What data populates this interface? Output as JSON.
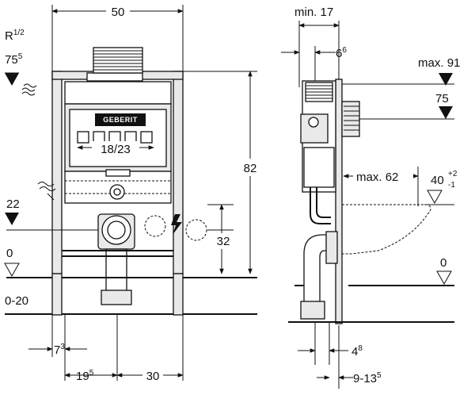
{
  "brand": "GEBERIT",
  "front_view": {
    "dims": {
      "width_total": "50",
      "height_total": "82",
      "flush_plate_spacing": "18/23",
      "drain_height": "32",
      "left_offset": "7",
      "left_offset_sup": "3",
      "bottom_offset": "19",
      "bottom_offset_sup": "5",
      "bottom_width": "30"
    },
    "inlet": {
      "thread_prefix": "R",
      "thread_fraction": "1/2",
      "height": "75",
      "height_sup": "5"
    },
    "levels": {
      "drain_level": "22",
      "finished_floor": "0",
      "floor_range": "0-20"
    }
  },
  "side_view": {
    "dims": {
      "min_depth_prefix": "min.",
      "min_depth": "17",
      "offset": "6",
      "offset_sup": "6",
      "max_height_prefix": "max.",
      "max_height": "91",
      "cistern_top": "75",
      "max_projection_prefix": "max.",
      "max_projection": "62",
      "bowl_height": "40",
      "bowl_height_tolerance_upper": "+2",
      "bowl_height_tolerance_lower": "-1",
      "floor_level": "0",
      "pipe_offset": "4",
      "pipe_offset_sup": "8",
      "wall_range": "9-13",
      "wall_range_sup": "5"
    }
  }
}
